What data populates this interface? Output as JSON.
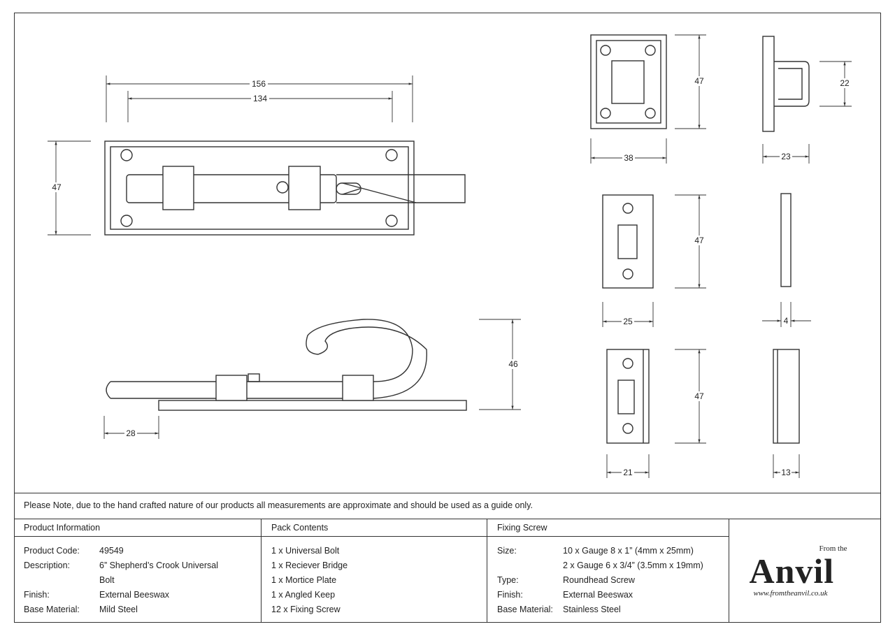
{
  "dimensions": {
    "top_overall": "156",
    "top_inner": "134",
    "top_height": "47",
    "side_height": "46",
    "side_offset": "28",
    "bridge_height": "47",
    "bridge_width": "38",
    "bridge_depth_height": "22",
    "bridge_depth": "23",
    "mortice_height": "47",
    "mortice_width": "25",
    "mortice_thickness": "4",
    "keep_height": "47",
    "keep_width": "21",
    "keep_depth": "13"
  },
  "note": "Please Note, due to the hand crafted nature of our products all measurements are approximate and should be used as a guide only.",
  "product_info": {
    "title": "Product Information",
    "rows": [
      {
        "label": "Product Code:",
        "value": "49549"
      },
      {
        "label": "Description:",
        "value": "6” Shepherd’s Crook Universal"
      },
      {
        "label": "",
        "value": "Bolt"
      },
      {
        "label": "Finish:",
        "value": "External Beeswax"
      },
      {
        "label": "Base Material:",
        "value": "Mild Steel"
      }
    ]
  },
  "pack_contents": {
    "title": "Pack Contents",
    "items": [
      "1 x Universal Bolt",
      "1 x Reciever Bridge",
      "1 x Mortice Plate",
      "1 x Angled Keep",
      "12 x Fixing Screw"
    ]
  },
  "fixing_screw": {
    "title": "Fixing Screw",
    "rows": [
      {
        "label": "Size:",
        "value": "10 x Gauge 8 x 1” (4mm x 25mm)"
      },
      {
        "label": "",
        "value": "2 x Gauge 6 x 3/4” (3.5mm x 19mm)"
      },
      {
        "label": "Type:",
        "value": "Roundhead Screw"
      },
      {
        "label": "Finish:",
        "value": "External Beeswax"
      },
      {
        "label": "Base Material:",
        "value": "Stainless Steel"
      }
    ]
  },
  "logo": {
    "small": "From the",
    "main": "Anvil",
    "url": "www.fromtheanvil.co.uk"
  }
}
